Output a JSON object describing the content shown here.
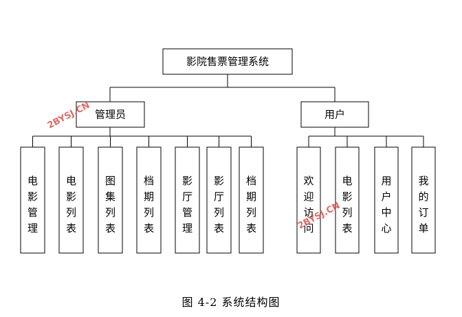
{
  "root": {
    "label": "影院售票管理系统"
  },
  "groups": [
    {
      "label": "管理员",
      "children": [
        "电影管理",
        "电影列表",
        "图集列表",
        "档期列表",
        "影厅管理",
        "影厅列表",
        "档期列表"
      ]
    },
    {
      "label": "用户",
      "children": [
        "欢迎访问",
        "电影列表",
        "用户中心",
        "我的订单"
      ]
    }
  ],
  "caption": "图 4-2 系统结构图",
  "watermark": "2BYSJ.CN",
  "colors": {
    "line": "#000000",
    "watermark": "#d9534f"
  }
}
